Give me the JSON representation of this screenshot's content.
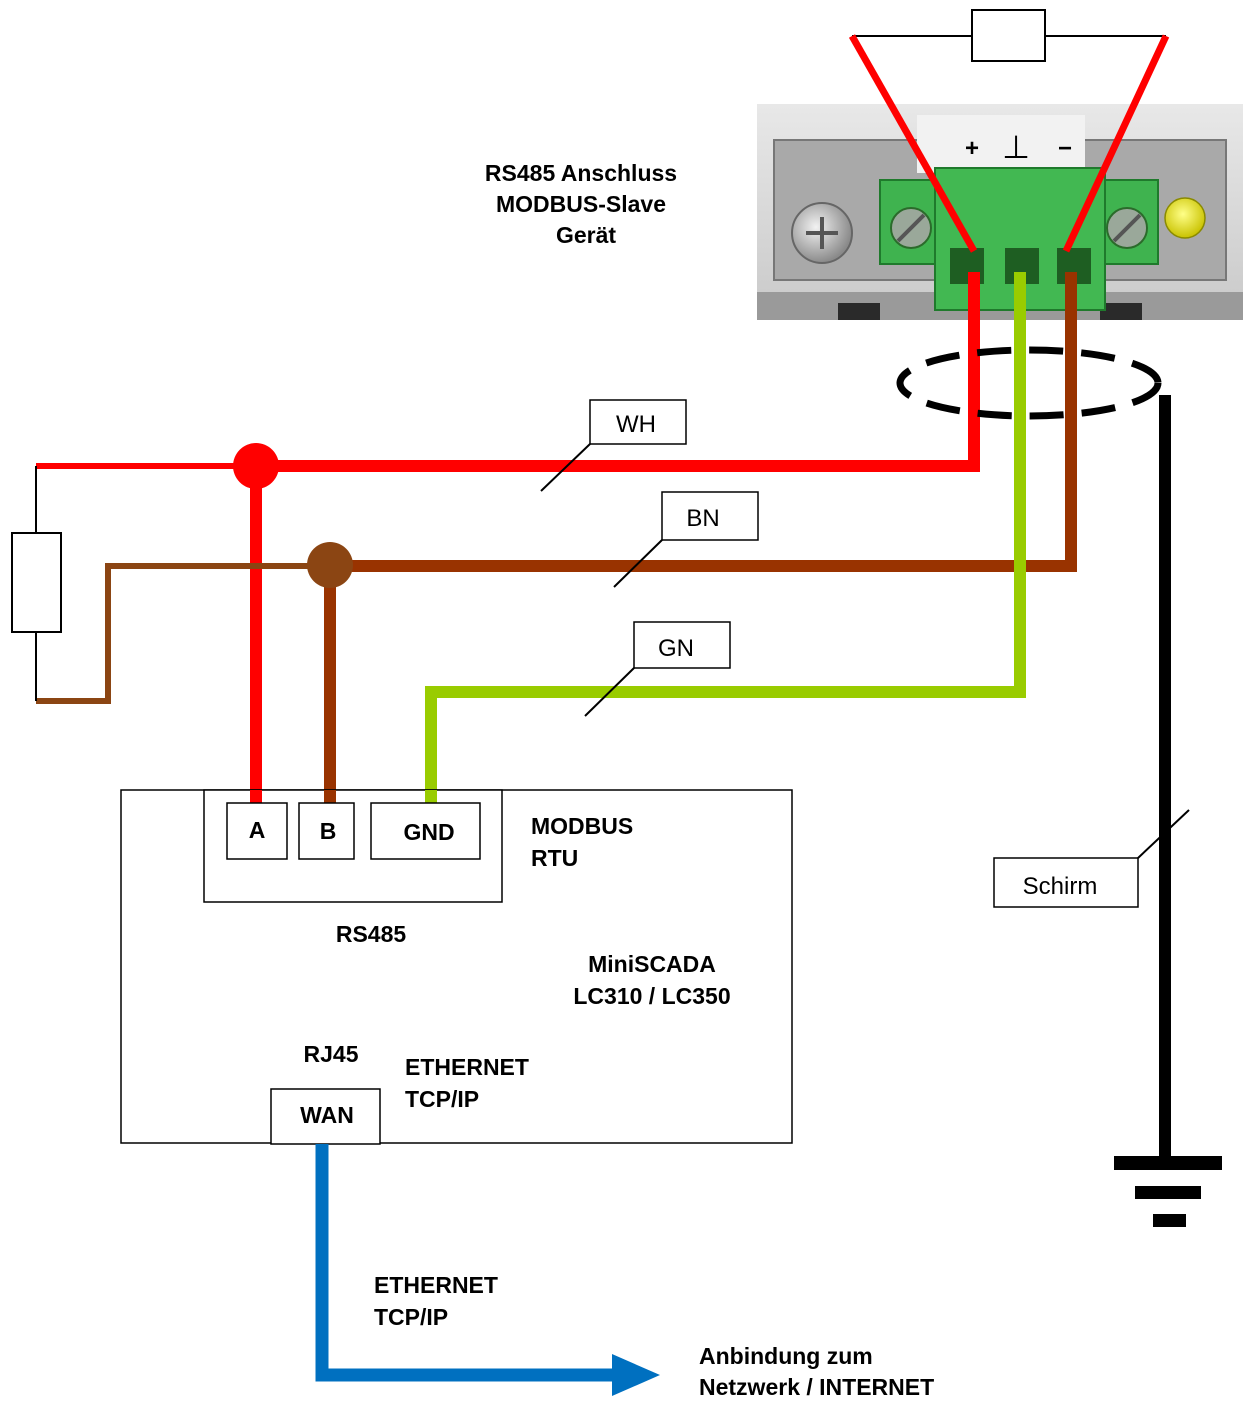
{
  "device": {
    "title_line1": "RS485 Anschluss",
    "title_line2": "MODBUS-Slave",
    "title_line3": "Gerät",
    "terminal_plus": "+",
    "terminal_ground": "⊥",
    "terminal_minus": "−"
  },
  "wires": {
    "wh_label": "WH",
    "bn_label": "BN",
    "gn_label": "GN",
    "shield_label": "Schirm"
  },
  "controller": {
    "pin_a": "A",
    "pin_b": "B",
    "pin_gnd": "GND",
    "port_label": "RS485",
    "protocol_line1": "MODBUS",
    "protocol_line2": "RTU",
    "name_line1": "MiniSCADA",
    "name_line2": "LC310 / LC350",
    "rj45_label": "RJ45",
    "ethernet_line1": "ETHERNET",
    "ethernet_line2": "TCP/IP",
    "wan_label": "WAN"
  },
  "network": {
    "ethernet_line1": "ETHERNET",
    "ethernet_line2": "TCP/IP",
    "connection_line1": "Anbindung zum",
    "connection_line2": "Netzwerk / INTERNET"
  },
  "colors": {
    "wh_wire": "#ff0000",
    "bn_wire": "#993300",
    "bn_resistor_wire": "#8b4513",
    "gn_wire": "#99cc00",
    "ethernet_wire": "#0070c0",
    "shield": "#000000"
  }
}
